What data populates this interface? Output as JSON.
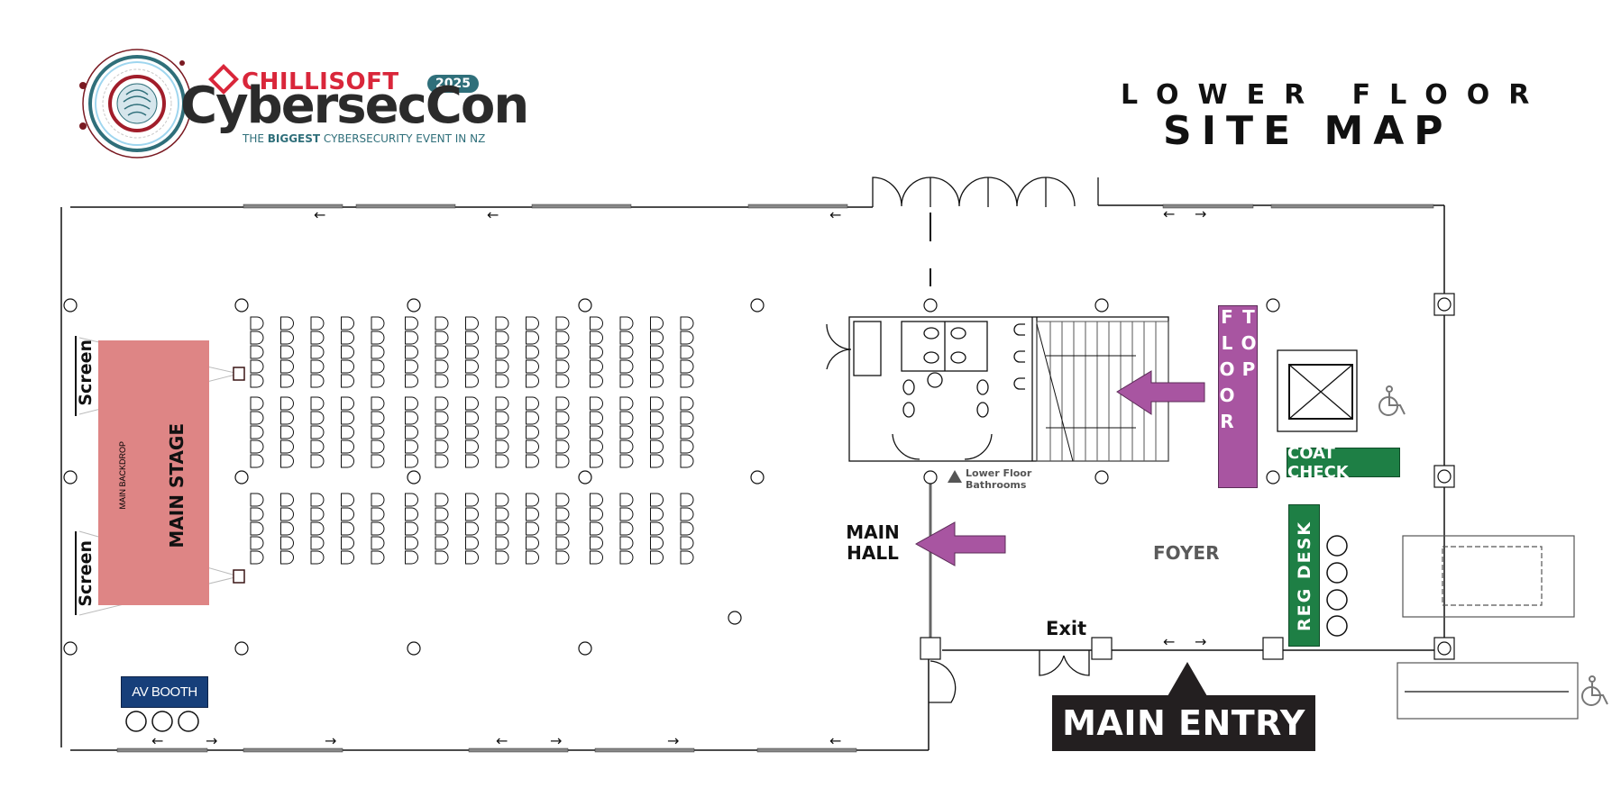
{
  "header": {
    "logo": {
      "brand": "CHILLISOFT",
      "event_name": "CybersecCon",
      "year_badge": "2025",
      "tagline_pre": "THE ",
      "tagline_bold": "BIGGEST",
      "tagline_post": " CYBERSECURITY EVENT IN NZ",
      "icon": "fingerprint-circuit-icon"
    },
    "title_line1": "LOWER FLOOR",
    "title_line2": "SITE MAP"
  },
  "colors": {
    "stage": "#de8585",
    "direction_arrow": "#a855a1",
    "top_floor": "#a855a1",
    "coat_check": "#1e7f45",
    "reg_desk": "#1e7f45",
    "av_booth": "#173f7a",
    "main_entry": "#231f20",
    "brand_red": "#d9263a",
    "brand_teal": "#2f6f7a"
  },
  "areas": {
    "main_stage": "MAIN STAGE",
    "main_backdrop": "MAIN BACKDROP",
    "screens": [
      "Screen",
      "Screen"
    ],
    "av_booth": "AV BOOTH",
    "main_hall": "MAIN HALL",
    "foyer": "FOYER",
    "top_floor": "TOP FLOOR",
    "coat_check": "COAT CHECK",
    "reg_desk": "REG DESK",
    "bathrooms": "Lower Floor Bathrooms",
    "bathrooms_line1": "Lower Floor",
    "bathrooms_line2": "Bathrooms",
    "exit": "Exit",
    "main_entry": "MAIN ENTRY"
  },
  "seating": {
    "blocks_columns": [
      5,
      6,
      4
    ],
    "rows_per_section": [
      5,
      5,
      5
    ]
  },
  "symbols": {
    "accessibility": "wheelchair-icon",
    "elevator": "elevator-icon",
    "stairs": "stairs-icon"
  }
}
